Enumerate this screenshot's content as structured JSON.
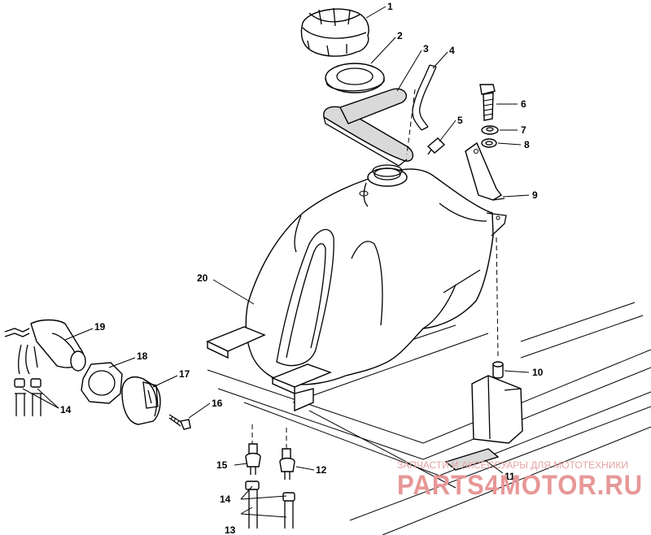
{
  "callouts": [
    {
      "id": "1",
      "label": "1"
    },
    {
      "id": "2",
      "label": "2"
    },
    {
      "id": "3",
      "label": "3"
    },
    {
      "id": "4",
      "label": "4"
    },
    {
      "id": "5",
      "label": "5"
    },
    {
      "id": "6",
      "label": "6"
    },
    {
      "id": "7",
      "label": "7"
    },
    {
      "id": "8",
      "label": "8"
    },
    {
      "id": "9",
      "label": "9"
    },
    {
      "id": "10",
      "label": "10"
    },
    {
      "id": "11",
      "label": "11"
    },
    {
      "id": "12",
      "label": "12"
    },
    {
      "id": "13",
      "label": "13"
    },
    {
      "id": "14a",
      "label": "14"
    },
    {
      "id": "14b",
      "label": "14"
    },
    {
      "id": "15",
      "label": "15"
    },
    {
      "id": "16",
      "label": "16"
    },
    {
      "id": "17",
      "label": "17"
    },
    {
      "id": "18",
      "label": "18"
    },
    {
      "id": "19",
      "label": "19"
    },
    {
      "id": "20",
      "label": "20"
    }
  ],
  "watermark": {
    "subtitle": "ЗАПЧАСТИ И АКСЕССУАРЫ ДЛЯ МОТОТЕХНИКИ",
    "brand": "PARTS4MOTOR.RU"
  },
  "colors": {
    "line": "#000000",
    "background": "#ffffff",
    "foam": "#d9d9d9",
    "watermark": "#e79797"
  }
}
